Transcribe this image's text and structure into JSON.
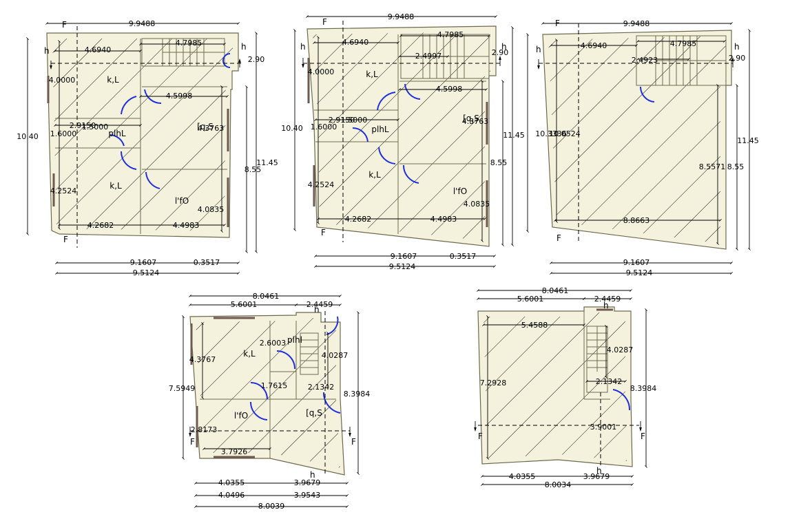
{
  "plans": [
    {
      "dims": {
        "top_overall": "9.9488",
        "stair_width": "4.7985",
        "room_top_width": "4.6940",
        "right_upper": "2.90",
        "left_total": "10.40",
        "left_upper": "4.0000",
        "left_mid": "1.6000",
        "left_lower": "4.2524",
        "mid_a": "2.9150",
        "mid_b": "1.5000",
        "hall_width": "4.5998",
        "right_room": "4.3763",
        "right_total": "11.45",
        "right_lower": "8.55",
        "right_room2": "4.0835",
        "bottom_left": "4.2682",
        "bottom_right": "4.4983",
        "bottom_a": "9.1607",
        "bottom_b": "0.3517",
        "bottom_total": "9.5124"
      },
      "labels": {
        "room1": "k,L",
        "room2": "plhL",
        "room3": "[q,S",
        "room4": "k,L",
        "room5": "l'fO",
        "h_left": "h",
        "h_right": "h",
        "f_top": "F",
        "f_bottom": "F"
      }
    },
    {
      "dims": {
        "top_overall": "9.9488",
        "stair_width": "4.7985",
        "room_top_width": "4.6940",
        "stair_inner": "2.4997",
        "right_upper": "2.90",
        "left_total": "10.40",
        "left_upper": "4.0000",
        "left_mid": "1.6000",
        "left_lower": "4.2524",
        "mid_a": "2.9150",
        "mid_b": "1.5000",
        "hall_width": "4.5998",
        "right_room": "4.3763",
        "right_total": "11.45",
        "right_lower": "8.55",
        "right_room2": "4.0835",
        "bottom_left": "4.2682",
        "bottom_right": "4.4983",
        "bottom_a": "9.1607",
        "bottom_b": "0.3517",
        "bottom_total": "9.5124"
      },
      "labels": {
        "room1": "k,L",
        "room2": "plhL",
        "room3": "[q,S",
        "room4": "k,L",
        "room5": "l'fO",
        "h_left": "h",
        "h_right": "h",
        "f_top": "F",
        "f_bottom": "F"
      }
    },
    {
      "dims": {
        "top_overall": "9.9488",
        "stair_width": "4.7985",
        "room_top_width": "4.6940",
        "stair_inner": "2.4923",
        "right_upper": "2.90",
        "left_a": "10.3336",
        "left_b": "10.0524",
        "right_a": "8.5571",
        "right_total": "11.45",
        "right_lower": "8.55",
        "inner_width": "8.8663",
        "bottom_a": "9.1607",
        "bottom_total": "9.5124"
      },
      "labels": {
        "h_left": "h",
        "h_right": "h",
        "f_top": "F",
        "f_bottom": "F"
      }
    },
    {
      "dims": {
        "top_overall": "8.0461",
        "top_a": "5.6001",
        "top_b": "2.4459",
        "left_total": "7.5949",
        "left_room": "4.3767",
        "left_lower": "2.8173",
        "mid_a": "2.6003",
        "mid_b": "1.7615",
        "stair": "4.0287",
        "stair_w": "2.1342",
        "right_total": "8.3984",
        "inner_bottom": "3.7926",
        "bottom_a": "4.0355",
        "bottom_b": "3.9679",
        "bottom_c": "4.0496",
        "bottom_d": "3.9543",
        "bottom_total": "8.0039"
      },
      "labels": {
        "room1": "k,L",
        "room2": "plhl",
        "room3": "l'fO",
        "room4": "[q,S",
        "h_top": "h",
        "h_bottom": "h",
        "f_left": "F",
        "f_right": "F"
      }
    },
    {
      "dims": {
        "top_overall": "8.0461",
        "top_a": "5.6001",
        "top_b": "2.4459",
        "room_width": "5.4588",
        "left_total": "7.2928",
        "stair": "4.0287",
        "stair_w": "2.1342",
        "right_total": "8.3984",
        "inner": "3.9001",
        "bottom_a": "4.0355",
        "bottom_b": "3.9679",
        "bottom_total": "8.0034"
      },
      "labels": {
        "h_top": "h",
        "h_bottom": "h",
        "f_left": "F",
        "f_right": "F"
      }
    }
  ],
  "colors": {
    "wall_fill": "#f4f1dc",
    "wall_stroke": "#6b6a4e",
    "door": "#1f2fe0",
    "window": "#6e5a4e"
  }
}
